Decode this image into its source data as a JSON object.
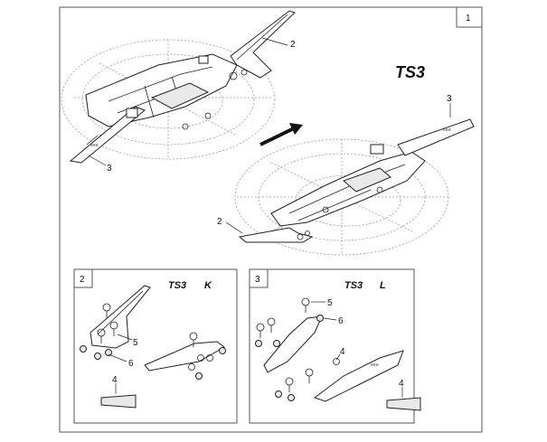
{
  "main": {
    "figure_number": "1",
    "model_title": "TS3",
    "callouts": {
      "c2_top": "2",
      "c3_left": "3",
      "c3_right": "3",
      "c2_right": "2"
    }
  },
  "detail_k": {
    "box_number": "2",
    "title": "TS3",
    "variant": "K",
    "callouts": {
      "c5": "5",
      "c6": "6",
      "c4": "4"
    }
  },
  "detail_l": {
    "box_number": "3",
    "title": "TS3",
    "variant": "L",
    "callouts": {
      "c5": "5",
      "c6": "6",
      "c4_top": "4",
      "c4_bottom": "4"
    }
  }
}
